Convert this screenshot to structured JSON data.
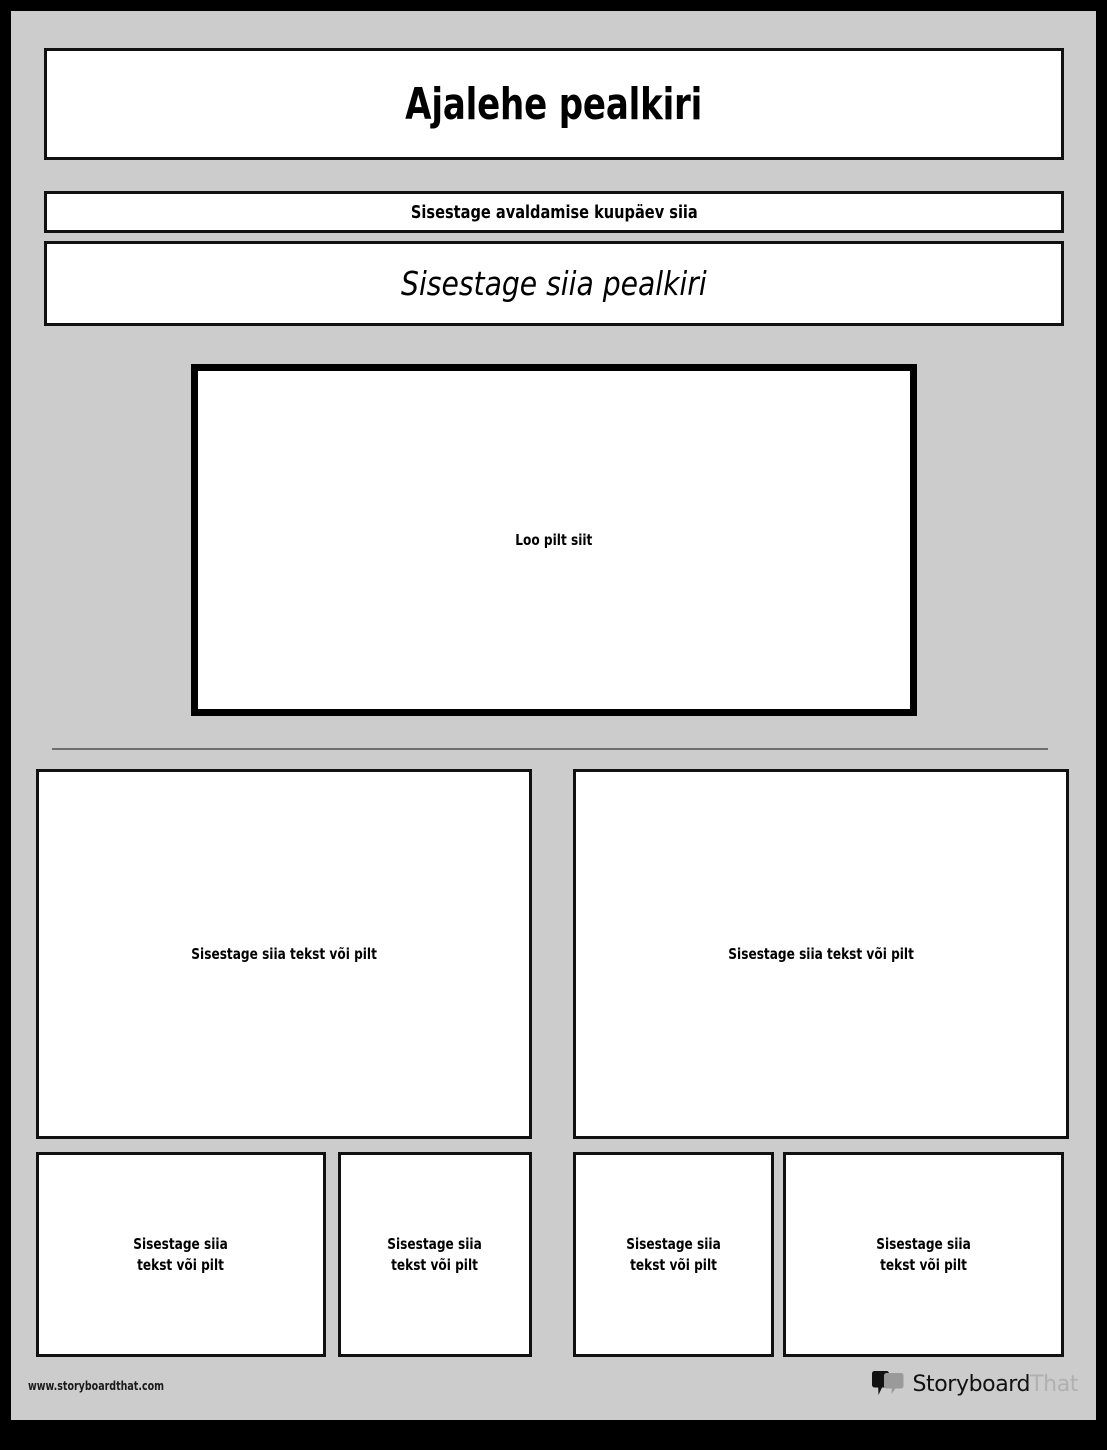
{
  "document": {
    "type": "newspaper-template",
    "language": "et",
    "background_color": "#cccccc",
    "frame_color": "#000000",
    "panel_color": "#ffffff",
    "border_color": "#111111"
  },
  "masthead": {
    "title": "Ajalehe pealkiri"
  },
  "date_bar": {
    "text": "Sisestage avaldamise kuupäev siia"
  },
  "headline_bar": {
    "text": "Sisestage siia pealkiri"
  },
  "hero_image": {
    "label": "Loo pilt siit"
  },
  "stories": {
    "large": [
      {
        "label": "Sisestage siia tekst või pilt"
      },
      {
        "label": "Sisestage siia tekst või pilt"
      }
    ],
    "small": [
      {
        "label": "Sisestage siia\ntekst või pilt"
      },
      {
        "label": "Sisestage siia\ntekst või pilt"
      },
      {
        "label": "Sisestage siia\ntekst või pilt"
      },
      {
        "label": "Sisestage siia\ntekst või pilt"
      }
    ]
  },
  "footer": {
    "url": "www.storyboardthat.com",
    "logo": {
      "word_primary": "Storyboard",
      "word_secondary": "That",
      "icon": "speech-bubbles-icon",
      "primary_color": "#111111",
      "secondary_color": "#b0b0b0"
    }
  }
}
